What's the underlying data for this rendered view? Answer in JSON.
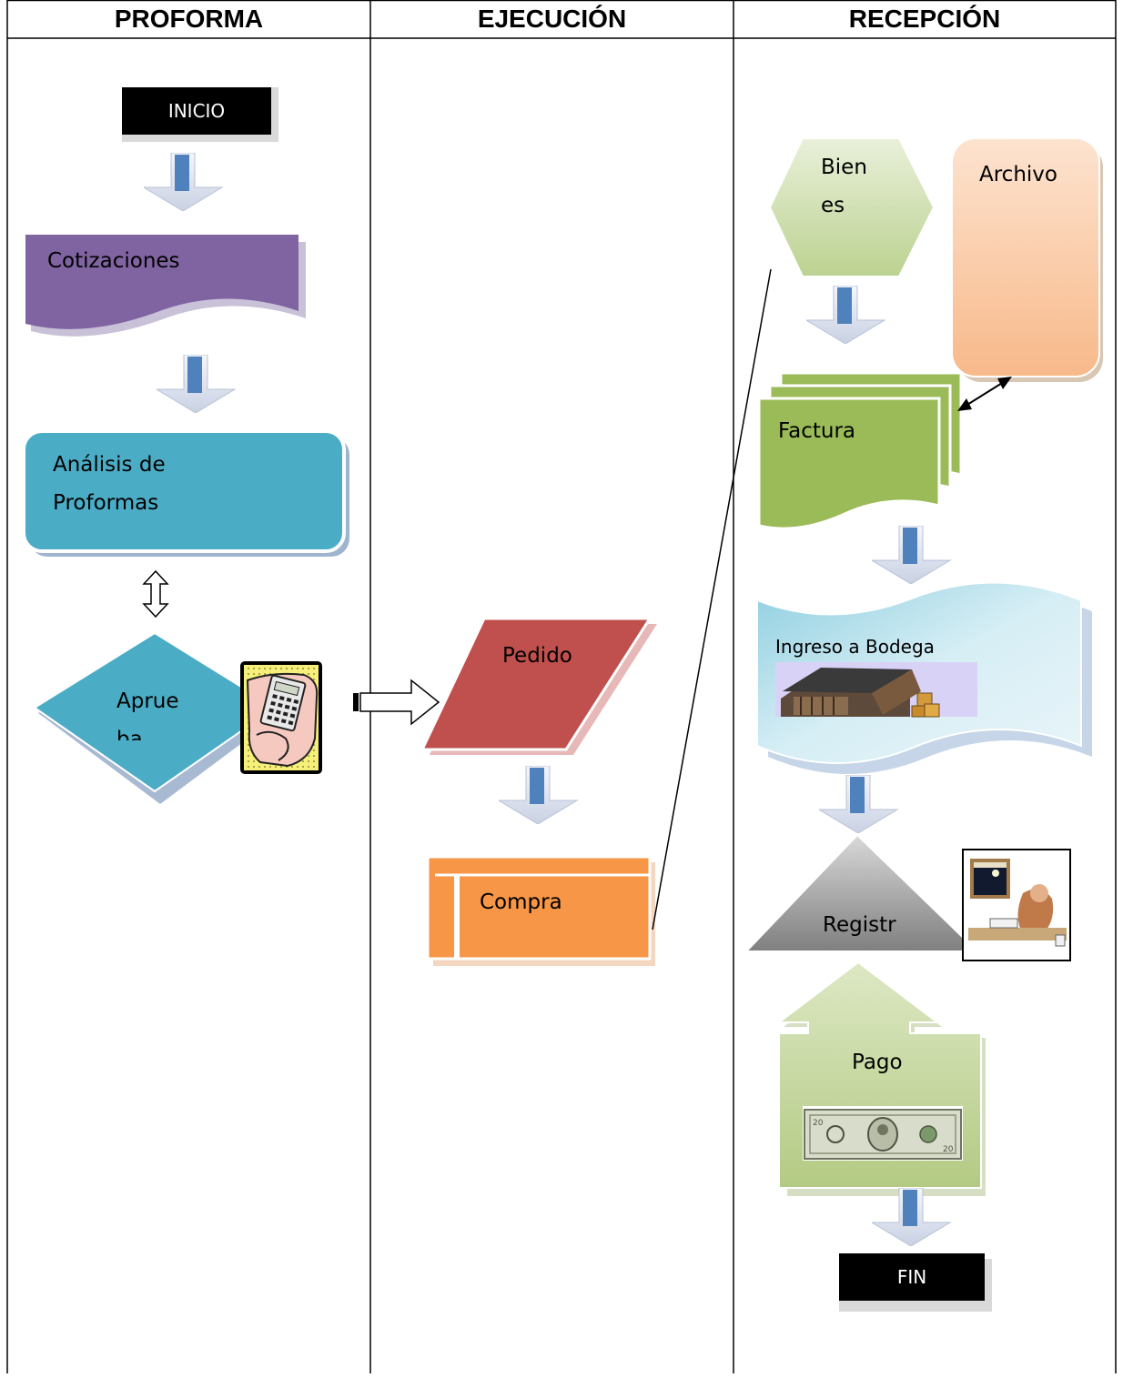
{
  "lanes": [
    {
      "title": "PROFORMA"
    },
    {
      "title": "EJECUCIÓN"
    },
    {
      "title": "RECEPCIÓN"
    }
  ],
  "nodes": {
    "inicio": "INICIO",
    "cotizaciones": "Cotizaciones",
    "analisis_line1": "Análisis de",
    "analisis_line2": "Proformas",
    "aprueba_line1": "Aprue",
    "aprueba_line2": "ba",
    "pedido": "Pedido",
    "compra": "Compra",
    "bienes_line1": "Bien",
    "bienes_line2": "es",
    "archivo": "Archivo",
    "factura": "Factura",
    "ingreso": "Ingreso a Bodega",
    "registro": "Registr",
    "pago": "Pago",
    "fin": "FIN"
  },
  "colors": {
    "purple": "#8064A2",
    "teal": "#4BACC6",
    "red": "#C0504D",
    "orange": "#F79646",
    "green": "#9BBB59",
    "light_green": "#C4D79B",
    "peach": "#FAC090",
    "light_blue": "#B7DEE8",
    "gray": "#808080",
    "arrow_blue": "#4F81BD"
  }
}
